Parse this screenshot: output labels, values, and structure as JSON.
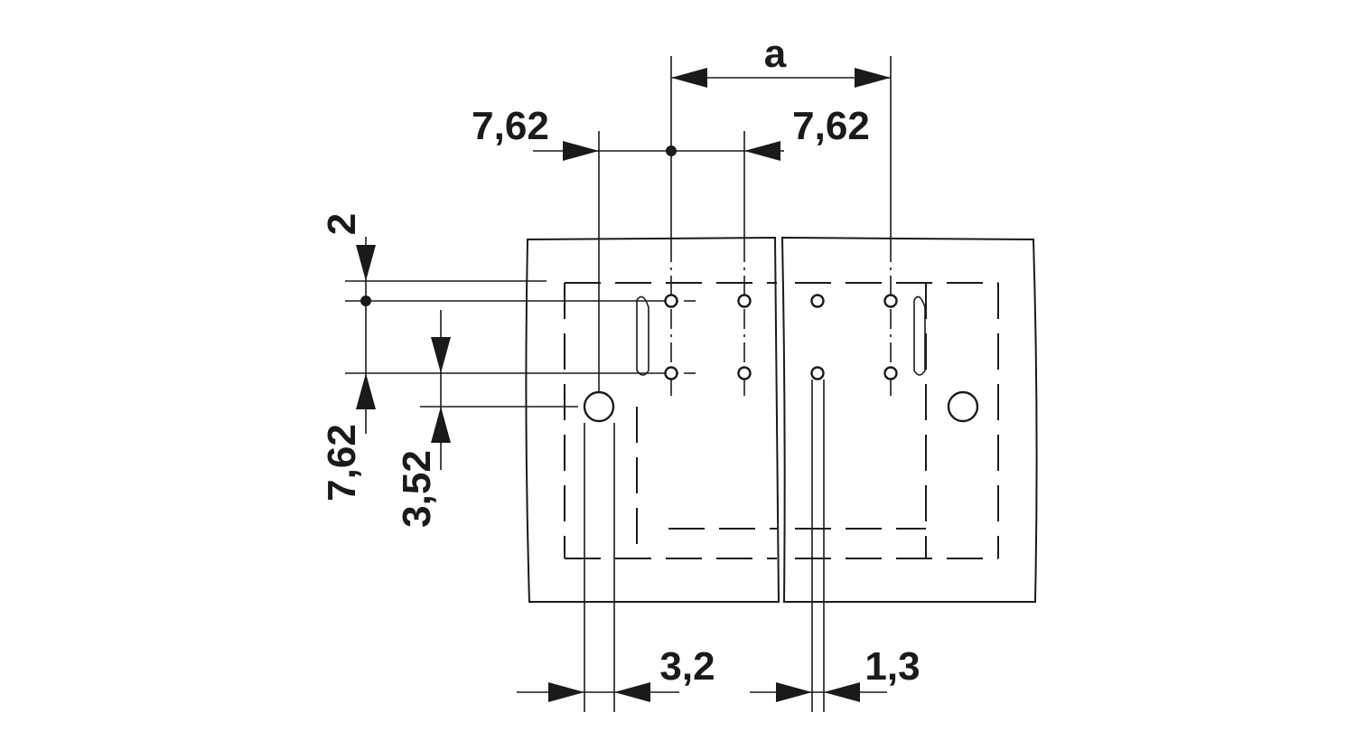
{
  "labels": {
    "pitch_a": "a",
    "offset_left_762": "7,62",
    "offset_right_762": "7,62",
    "top_2": "2",
    "row_spacing_762": "7,62",
    "peg_offset_352": "3,52",
    "peg_hole_32": "3,2",
    "pin_hole_13": "1,3"
  },
  "colors": {
    "line": "#1a1a1a",
    "background": "#ffffff"
  }
}
